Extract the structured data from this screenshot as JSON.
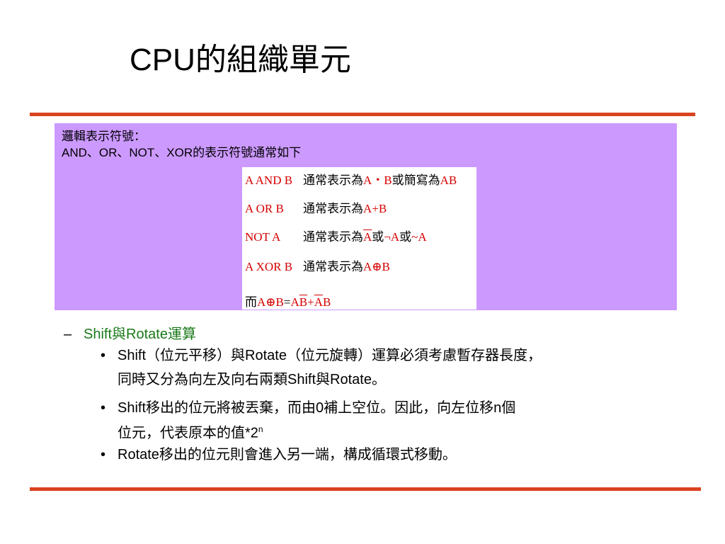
{
  "slide": {
    "title": "CPU的組織單元",
    "accent_color": "#d9431e",
    "panel_color": "#cc99ff"
  },
  "panel": {
    "heading": "邏輯表示符號：",
    "subheading": "AND、OR、NOT、XOR的表示符號通常如下",
    "rows": [
      {
        "op": "A AND B",
        "desc": "通常表示為",
        "e1": "A・B",
        "mid": "或簡寫為",
        "e2": "AB"
      },
      {
        "op": "A OR B",
        "desc": "通常表示為",
        "e1": "A+B"
      },
      {
        "op": "NOT A",
        "desc": "通常表示為",
        "e1": "A",
        "mid": "或",
        "e2": "¬A",
        "mid2": "或",
        "e3": "~A"
      },
      {
        "op": "A XOR B",
        "desc": "通常表示為",
        "e1": "A⊕B"
      }
    ],
    "xor_identity": {
      "prefix": "而",
      "lhs": "A⊕B",
      "eq": "=",
      "t1a": "A",
      "t1b": "B",
      "plus": "+",
      "t2a": "A",
      "t2b": "B"
    }
  },
  "body": {
    "section": "Shift與Rotate運算",
    "dash": "–",
    "bullet_symbol": "•",
    "bullets": [
      {
        "line1": "Shift（位元平移）與Rotate（位元旋轉）運算必須考慮暫存器長度，",
        "line2": "同時又分為向左及向右兩類Shift與Rotate。"
      },
      {
        "line1": "Shift移出的位元將被丟棄，而由0補上空位。因此，向左位移n個",
        "line2": "位元，代表原本的值*2",
        "sup": "n"
      },
      {
        "line1": "Rotate移出的位元則會進入另一端，構成循環式移動。"
      }
    ]
  }
}
